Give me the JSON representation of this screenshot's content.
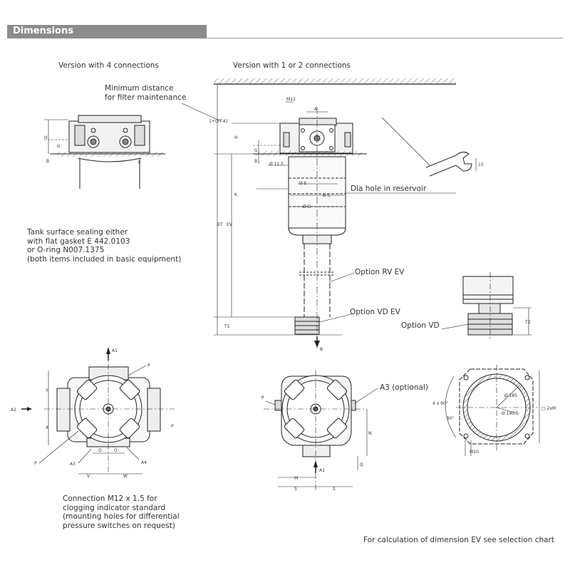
{
  "section": {
    "title": "Dimensions"
  },
  "labels": {
    "version4": "Version with 4 connections",
    "version12": "Version with 1 or 2 connections",
    "min_distance": [
      "Minimum distance",
      "for filter maintenance"
    ],
    "dia_hole": "Dia hole in reservoir",
    "option_rv": "Option RV EV",
    "option_vd": "Option VD EV",
    "option_vd_detail": "Option VD",
    "a3_optional": "A3 (optional)"
  },
  "notes": {
    "tank_sealing": [
      "Tank surface sealing either",
      "with flat gasket E 442.0103",
      "or O-ring N007.1375",
      "(both items included in basic equipment)"
    ],
    "connection": [
      "Connection M12 x 1.5 for",
      "clogging indicator standard",
      "(mounting holes for differential",
      "pressure switches on request)"
    ],
    "ev_calc": "For calculation of dimension EV see selection chart"
  },
  "dims": {
    "H": "H",
    "G": "G",
    "B": "B",
    "F": "F",
    "K": "K",
    "T1": "T1",
    "T2": "T2",
    "ET": "ET",
    "EV": "EV",
    "1ETK": "1+(ET-K)",
    "M12": "M12",
    "A": "A",
    "dia115": "Ø 11,5",
    "dE": "Ø E",
    "dC": "Ø C",
    "dD": "Ø D",
    "wrench": "15",
    "arrowB": "B",
    "A1": "A1",
    "A2": "A2",
    "A3": "A3",
    "A4": "A4",
    "P": "P",
    "Y": "Y",
    "X": "X",
    "O": "O",
    "V": "V",
    "W": "W",
    "M": "M",
    "N": "N",
    "Q": "Q",
    "S": "S",
    "M10": "M10",
    "d185": "Ø 185",
    "d1405": "Ø 140,5",
    "angle4x90": "4 x 90°",
    "angle90": "90°",
    "dxM": "□ 2xM"
  }
}
